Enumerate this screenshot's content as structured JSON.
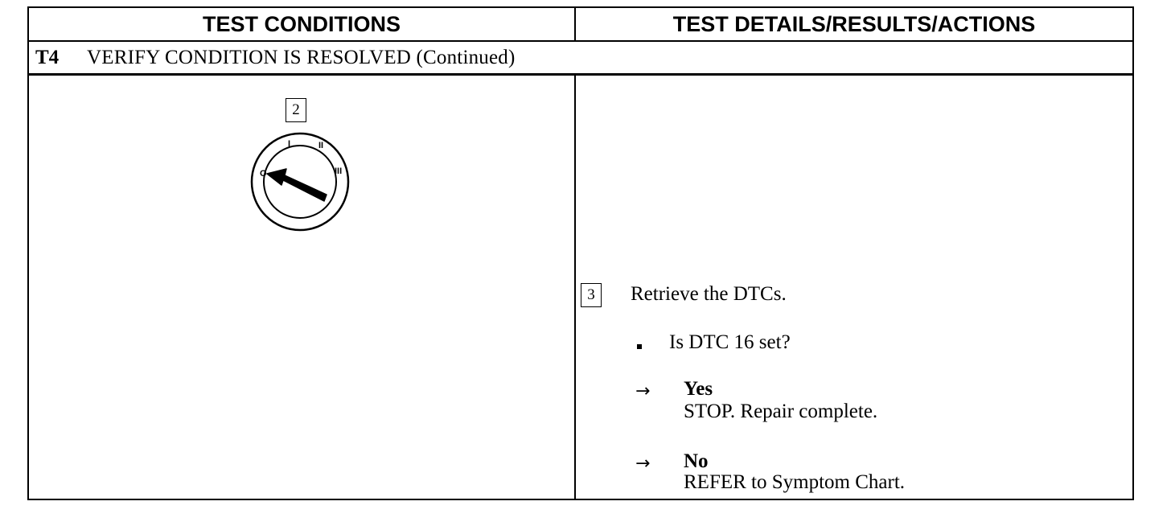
{
  "header": {
    "left": "TEST CONDITIONS",
    "right": "TEST DETAILS/RESULTS/ACTIONS"
  },
  "step": {
    "id": "T4",
    "title": "VERIFY CONDITION IS RESOLVED (Continued)"
  },
  "left_column": {
    "step_number": "2",
    "icon": "ignition-key-switch-icon",
    "switch_labels": [
      "O",
      "I",
      "II",
      "III"
    ]
  },
  "right_column": {
    "step_number": "3",
    "instruction": "Retrieve the DTCs.",
    "question": "Is DTC 16 set?",
    "results": [
      {
        "answer": "Yes",
        "action": "STOP. Repair complete."
      },
      {
        "answer": "No",
        "action": "REFER to Symptom Chart."
      }
    ]
  }
}
